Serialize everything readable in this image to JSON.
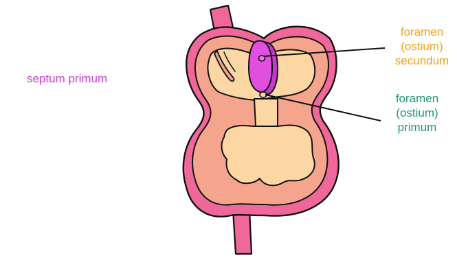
{
  "colors": {
    "outer_wall": "#f0689a",
    "middle_wall": "#f5a58d",
    "chamber": "#fcd6a3",
    "septum": "#e14fe0",
    "septum_light": "#ee7cf0",
    "outline": "#111111",
    "label_septum": "#cc3fd6",
    "label_secundum": "#f1a21f",
    "label_primum": "#1e9a6c"
  },
  "labels": {
    "septum_primum": "septum primum",
    "foramen_secundum": {
      "line1": "foramen",
      "line2": "(ostium)",
      "line3": "secundum"
    },
    "foramen_primum": {
      "line1": "foramen",
      "line2": "(ostium)",
      "line3": "primum"
    }
  }
}
